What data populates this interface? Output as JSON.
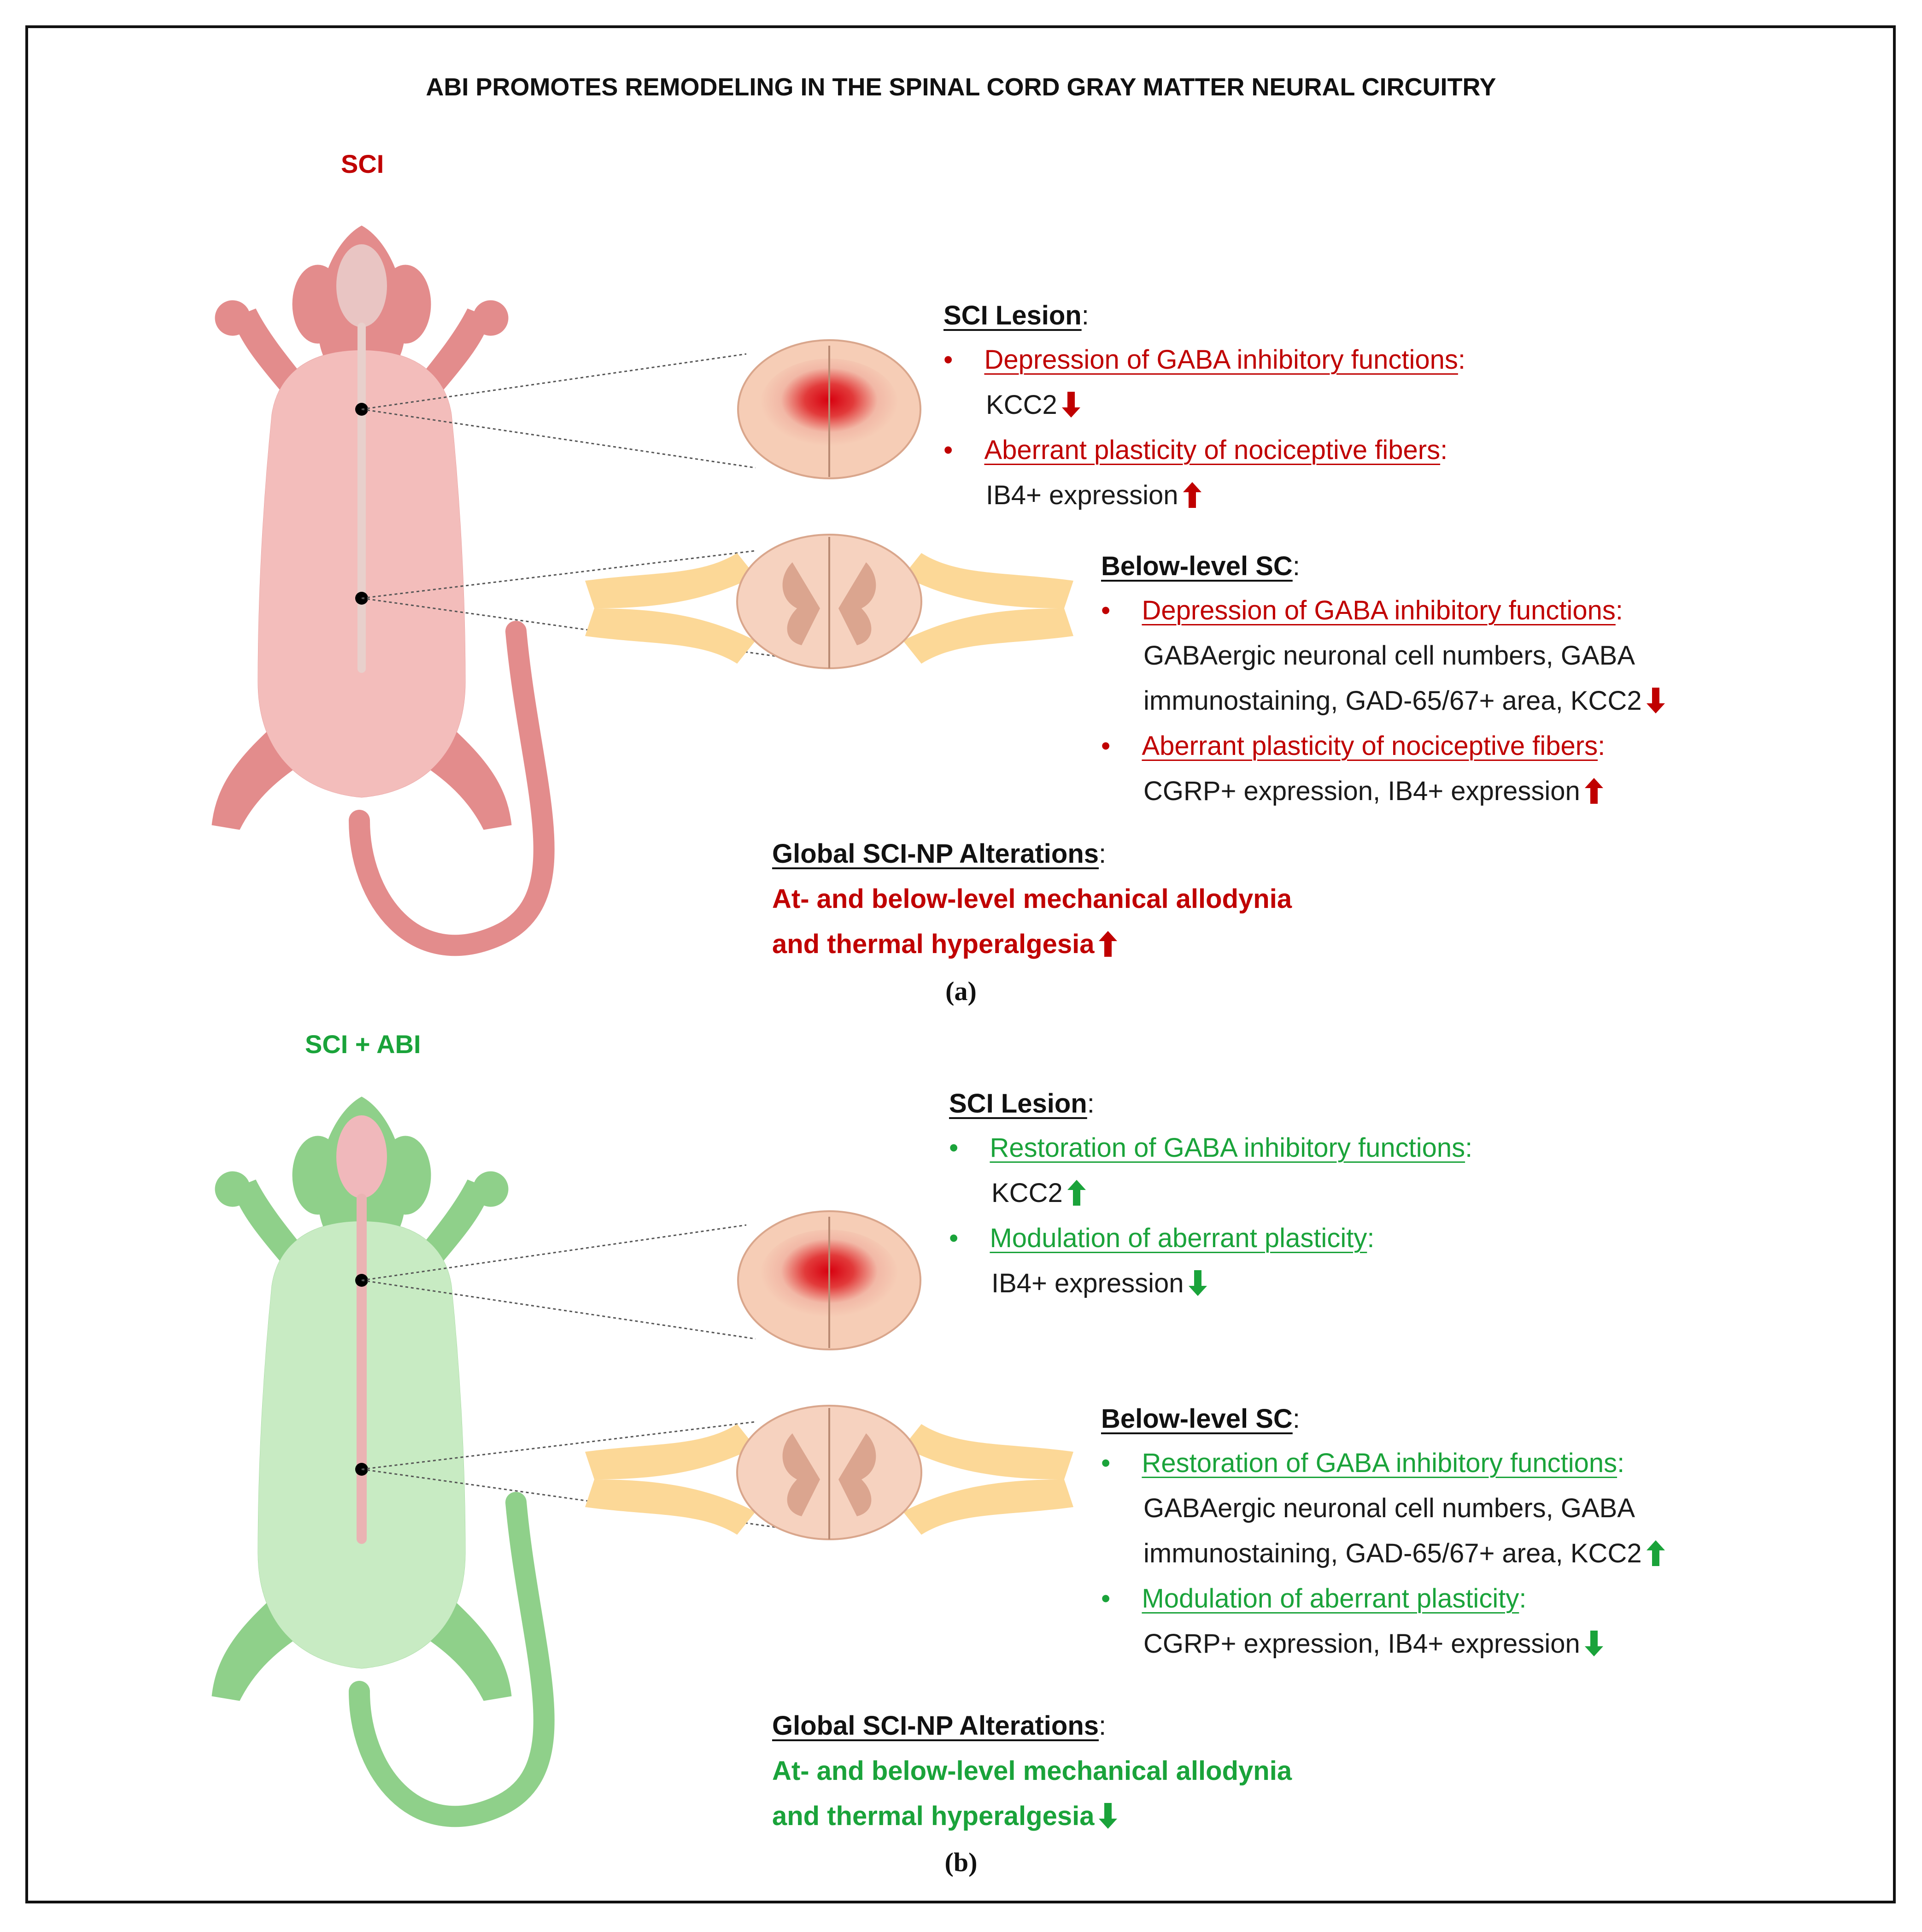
{
  "title": "ABI PROMOTES REMODELING IN THE SPINAL CORD GRAY MATTER NEURAL CIRCUITRY",
  "colors": {
    "red": "#c00000",
    "green": "#1aa33a"
  },
  "panels": [
    {
      "label": "SCI",
      "caption": "(a)",
      "lesion": {
        "heading": "SCI Lesion",
        "items": [
          {
            "text": "Depression of GABA inhibitory functions",
            "detail": "KCC2",
            "arrow": "down"
          },
          {
            "text": "Aberrant plasticity of nociceptive fibers",
            "detail": "IB4+ expression",
            "arrow": "up"
          }
        ]
      },
      "below": {
        "heading": "Below-level SC",
        "items": [
          {
            "text": "Depression of GABA inhibitory functions",
            "detail1": "GABAergic neuronal cell numbers, GABA",
            "detail2": "immunostaining, GAD-65/67+ area, KCC2",
            "arrow": "down"
          },
          {
            "text": "Aberrant plasticity of nociceptive fibers",
            "detail": "CGRP+ expression, IB4+ expression",
            "arrow": "up"
          }
        ]
      },
      "global": {
        "heading": "Global SCI-NP Alterations",
        "line1": "At- and below-level mechanical allodynia",
        "line2": "and thermal hyperalgesia",
        "arrow": "up"
      }
    },
    {
      "label": "SCI + ABI",
      "caption": "(b)",
      "lesion": {
        "heading": "SCI Lesion",
        "items": [
          {
            "text": "Restoration of GABA inhibitory functions",
            "detail": "KCC2",
            "arrow": "up"
          },
          {
            "text": "Modulation of aberrant plasticity",
            "detail": "IB4+ expression",
            "arrow": "down"
          }
        ]
      },
      "below": {
        "heading": "Below-level SC",
        "items": [
          {
            "text": "Restoration of GABA inhibitory functions",
            "detail1": "GABAergic neuronal cell numbers, GABA",
            "detail2": "immunostaining, GAD-65/67+ area, KCC2",
            "arrow": "up"
          },
          {
            "text": "Modulation of aberrant plasticity",
            "detail": "CGRP+ expression, IB4+ expression",
            "arrow": "down"
          }
        ]
      },
      "global": {
        "heading": "Global SCI-NP Alterations",
        "line1": "At- and below-level mechanical allodynia",
        "line2": "and thermal hyperalgesia",
        "arrow": "down"
      }
    }
  ],
  "punct": {
    "colon": ":",
    "bullet": "•"
  }
}
